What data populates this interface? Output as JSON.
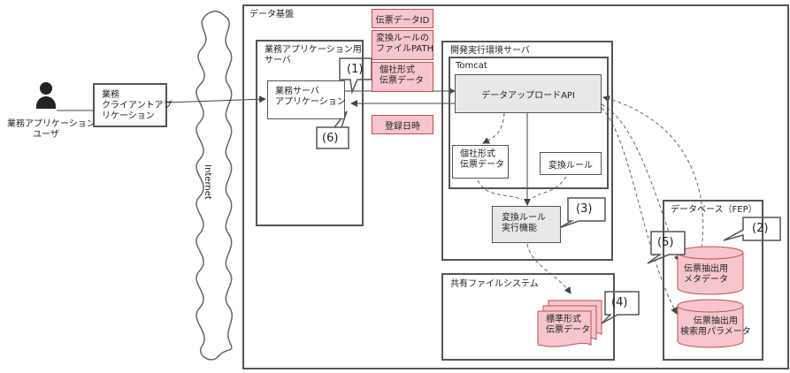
{
  "user": {
    "label": "業務アプリケーション\nユーザ"
  },
  "client": {
    "label": "業務\nクライアントアプ\nリケーション"
  },
  "internet": {
    "label": "Internet"
  },
  "platform": {
    "title": "データ基盤"
  },
  "bizServer": {
    "title": "業務アプリケーション用\nサーバ",
    "app": "業務サーバ\nアプリケーション"
  },
  "devServer": {
    "title": "開発実行環境サーバ"
  },
  "tomcat": {
    "title": "Tomcat",
    "api": "データアップロードAPI",
    "individual": "個社形式\n伝票データ",
    "rule": "変換ルール",
    "engine": "変換ルール\n実行機能"
  },
  "shared": {
    "title": "共有ファイルシステム",
    "standard": "標準形式\n伝票データ"
  },
  "db": {
    "title": "データベース（FEP）",
    "meta": "伝票抽出用\nメタデータ",
    "params": "伝票抽出用\n検索用パラメータ"
  },
  "params": {
    "slipId": "伝票データID",
    "rulePath": "変換ルールの\nファイルPATH",
    "individual": "個社形式\n伝票データ",
    "regDate": "登録日時"
  },
  "callouts": {
    "c1": "(1)",
    "c2": "(2)",
    "c3": "(3)",
    "c4": "(4)",
    "c5": "(5)",
    "c6": "(6)"
  },
  "colors": {
    "note": "#f6c6cc",
    "noteBorder": "#c0504d",
    "box": "#555555"
  }
}
